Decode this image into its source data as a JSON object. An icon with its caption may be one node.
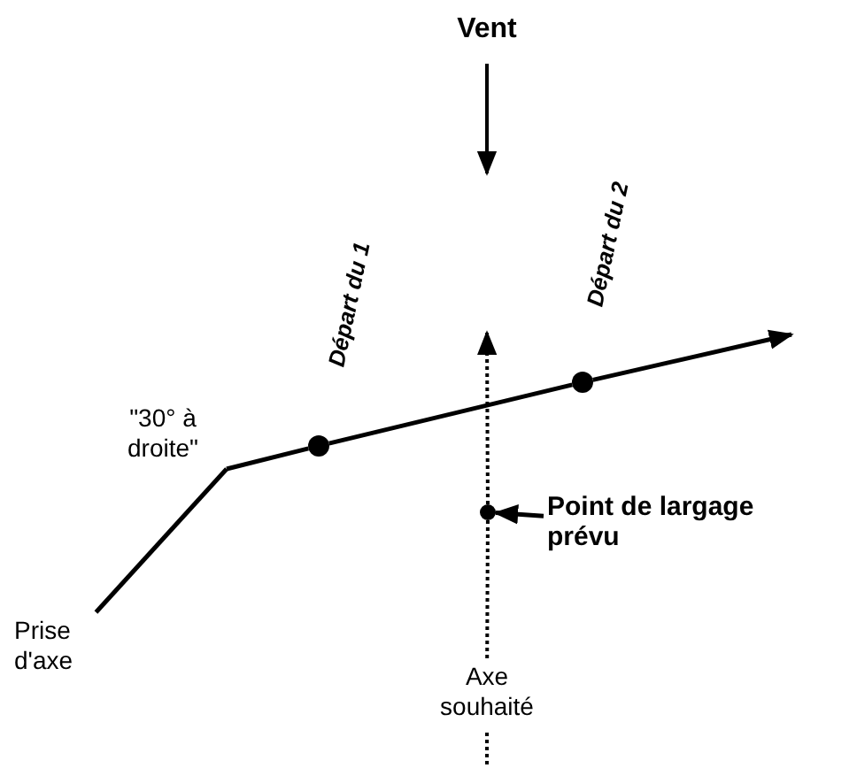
{
  "diagram": {
    "nodes": [
      {
        "text": [
          "Prise d'axe"
        ]
      },
      {
        "text": [
          "\"30° à droite\""
        ]
      },
      {
        "text": [],
        "shape": "circle",
        "beside": [
          "Départ du 1"
        ]
      },
      {
        "text": [],
        "shape": "circle",
        "beside": [
          "Départ du 2"
        ]
      },
      {
        "text": [],
        "shape": "circle"
      },
      {
        "text": [
          "Point de largage prévu"
        ]
      },
      {
        "text": [
          "Axe souhaité"
        ]
      }
    ],
    "edges": [
      {
        "from": 0,
        "to": 1,
        "arrow": "none"
      },
      {
        "from": 1,
        "to": 2,
        "arrow": "none"
      },
      {
        "from": 2,
        "to": 3,
        "arrow": "none"
      },
      {
        "from": 3,
        "to": null,
        "arrow": "to"
      },
      {
        "from": 5,
        "to": 4,
        "arrow": "to"
      },
      {
        "from": null,
        "to": 6,
        "arrow": "none",
        "style": "dashed"
      },
      {
        "from": 6,
        "to": 4,
        "arrow": "none",
        "style": "dashed"
      },
      {
        "from": 4,
        "to": null,
        "arrow": "to",
        "style": "dashed"
      }
    ],
    "labels": [
      "Vent"
    ]
  }
}
